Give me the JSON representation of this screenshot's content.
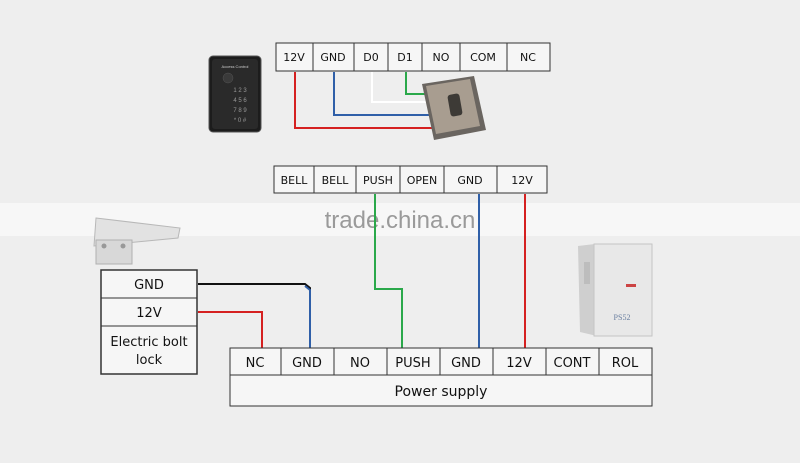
{
  "reader_terminals": [
    "12V",
    "GND",
    "D0",
    "D1",
    "NO",
    "COM",
    "NC"
  ],
  "controller_terminals": [
    "BELL",
    "BELL",
    "PUSH",
    "OPEN",
    "GND",
    "12V"
  ],
  "lock": {
    "gnd": "GND",
    "v12": "12V",
    "name_line1": "Electric  bolt",
    "name_line2": "lock"
  },
  "power_supply": {
    "terminals": [
      "NC",
      "GND",
      "NO",
      "PUSH",
      "GND",
      "12V",
      "CONT",
      "ROL"
    ],
    "label": "Power supply",
    "device_label": "PS52"
  },
  "keypad": {
    "brand": "Access Control",
    "keys": [
      "1 2 3",
      "4 5 6",
      "7 8 9",
      "* 0 #"
    ]
  },
  "watermark": "trade.china.cn",
  "colors": {
    "red": "#d52020",
    "blue": "#2f5fa8",
    "green": "#2aa84a",
    "white": "#ffffff",
    "black": "#111111"
  }
}
